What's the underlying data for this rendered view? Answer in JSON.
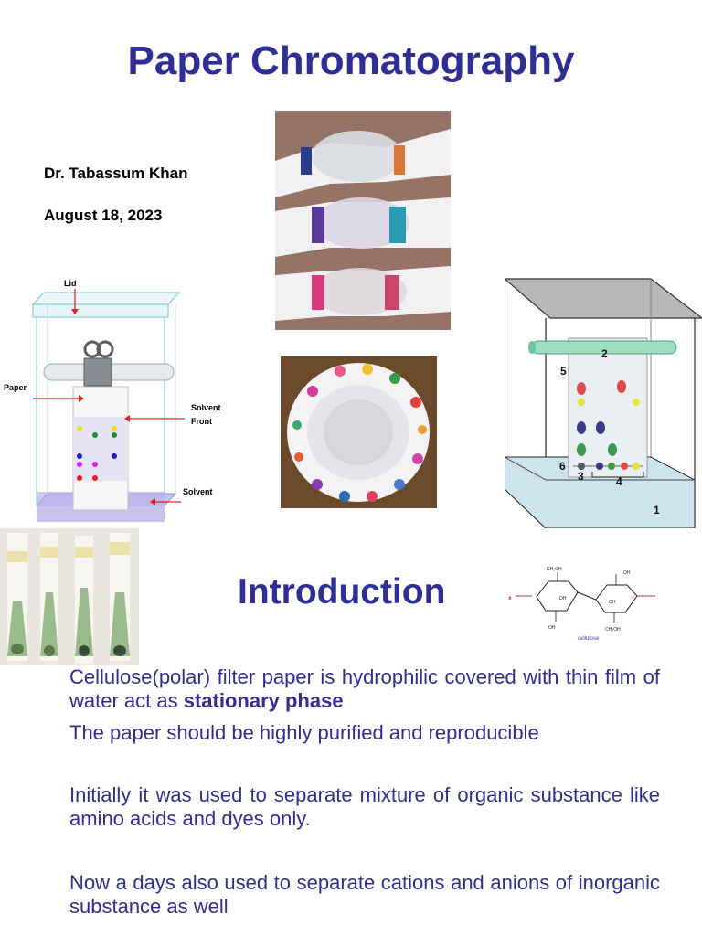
{
  "title": "Paper Chromatography",
  "author": "Dr. Tabassum Khan",
  "date": "August 18, 2023",
  "diagram_left": {
    "label_lid": "Lid",
    "label_paper": "Paper",
    "label_solvent_front_1": "Solvent",
    "label_solvent_front_2": "Front",
    "label_solvent": "Solvent"
  },
  "diagram_right": {
    "n1": "1",
    "n2": "2",
    "n3": "3",
    "n4": "4",
    "n5": "5",
    "n6": "6"
  },
  "section_heading": "Introduction",
  "cellulose_label": "cellulose",
  "paragraphs": {
    "p1_text": "Cellulose(polar) filter paper is hydrophilic covered with thin film of water act as ",
    "p1_bold": "stationary phase",
    "p2": "The paper should be highly purified and reproducible",
    "p3": "Initially it was used to separate mixture of organic substance like amino acids and dyes only.",
    "p4": "Now a days also used to separate cations and anions of inorganic substance as well"
  },
  "colors": {
    "title": "#2e2e96",
    "body_text": "#2e2e96"
  }
}
